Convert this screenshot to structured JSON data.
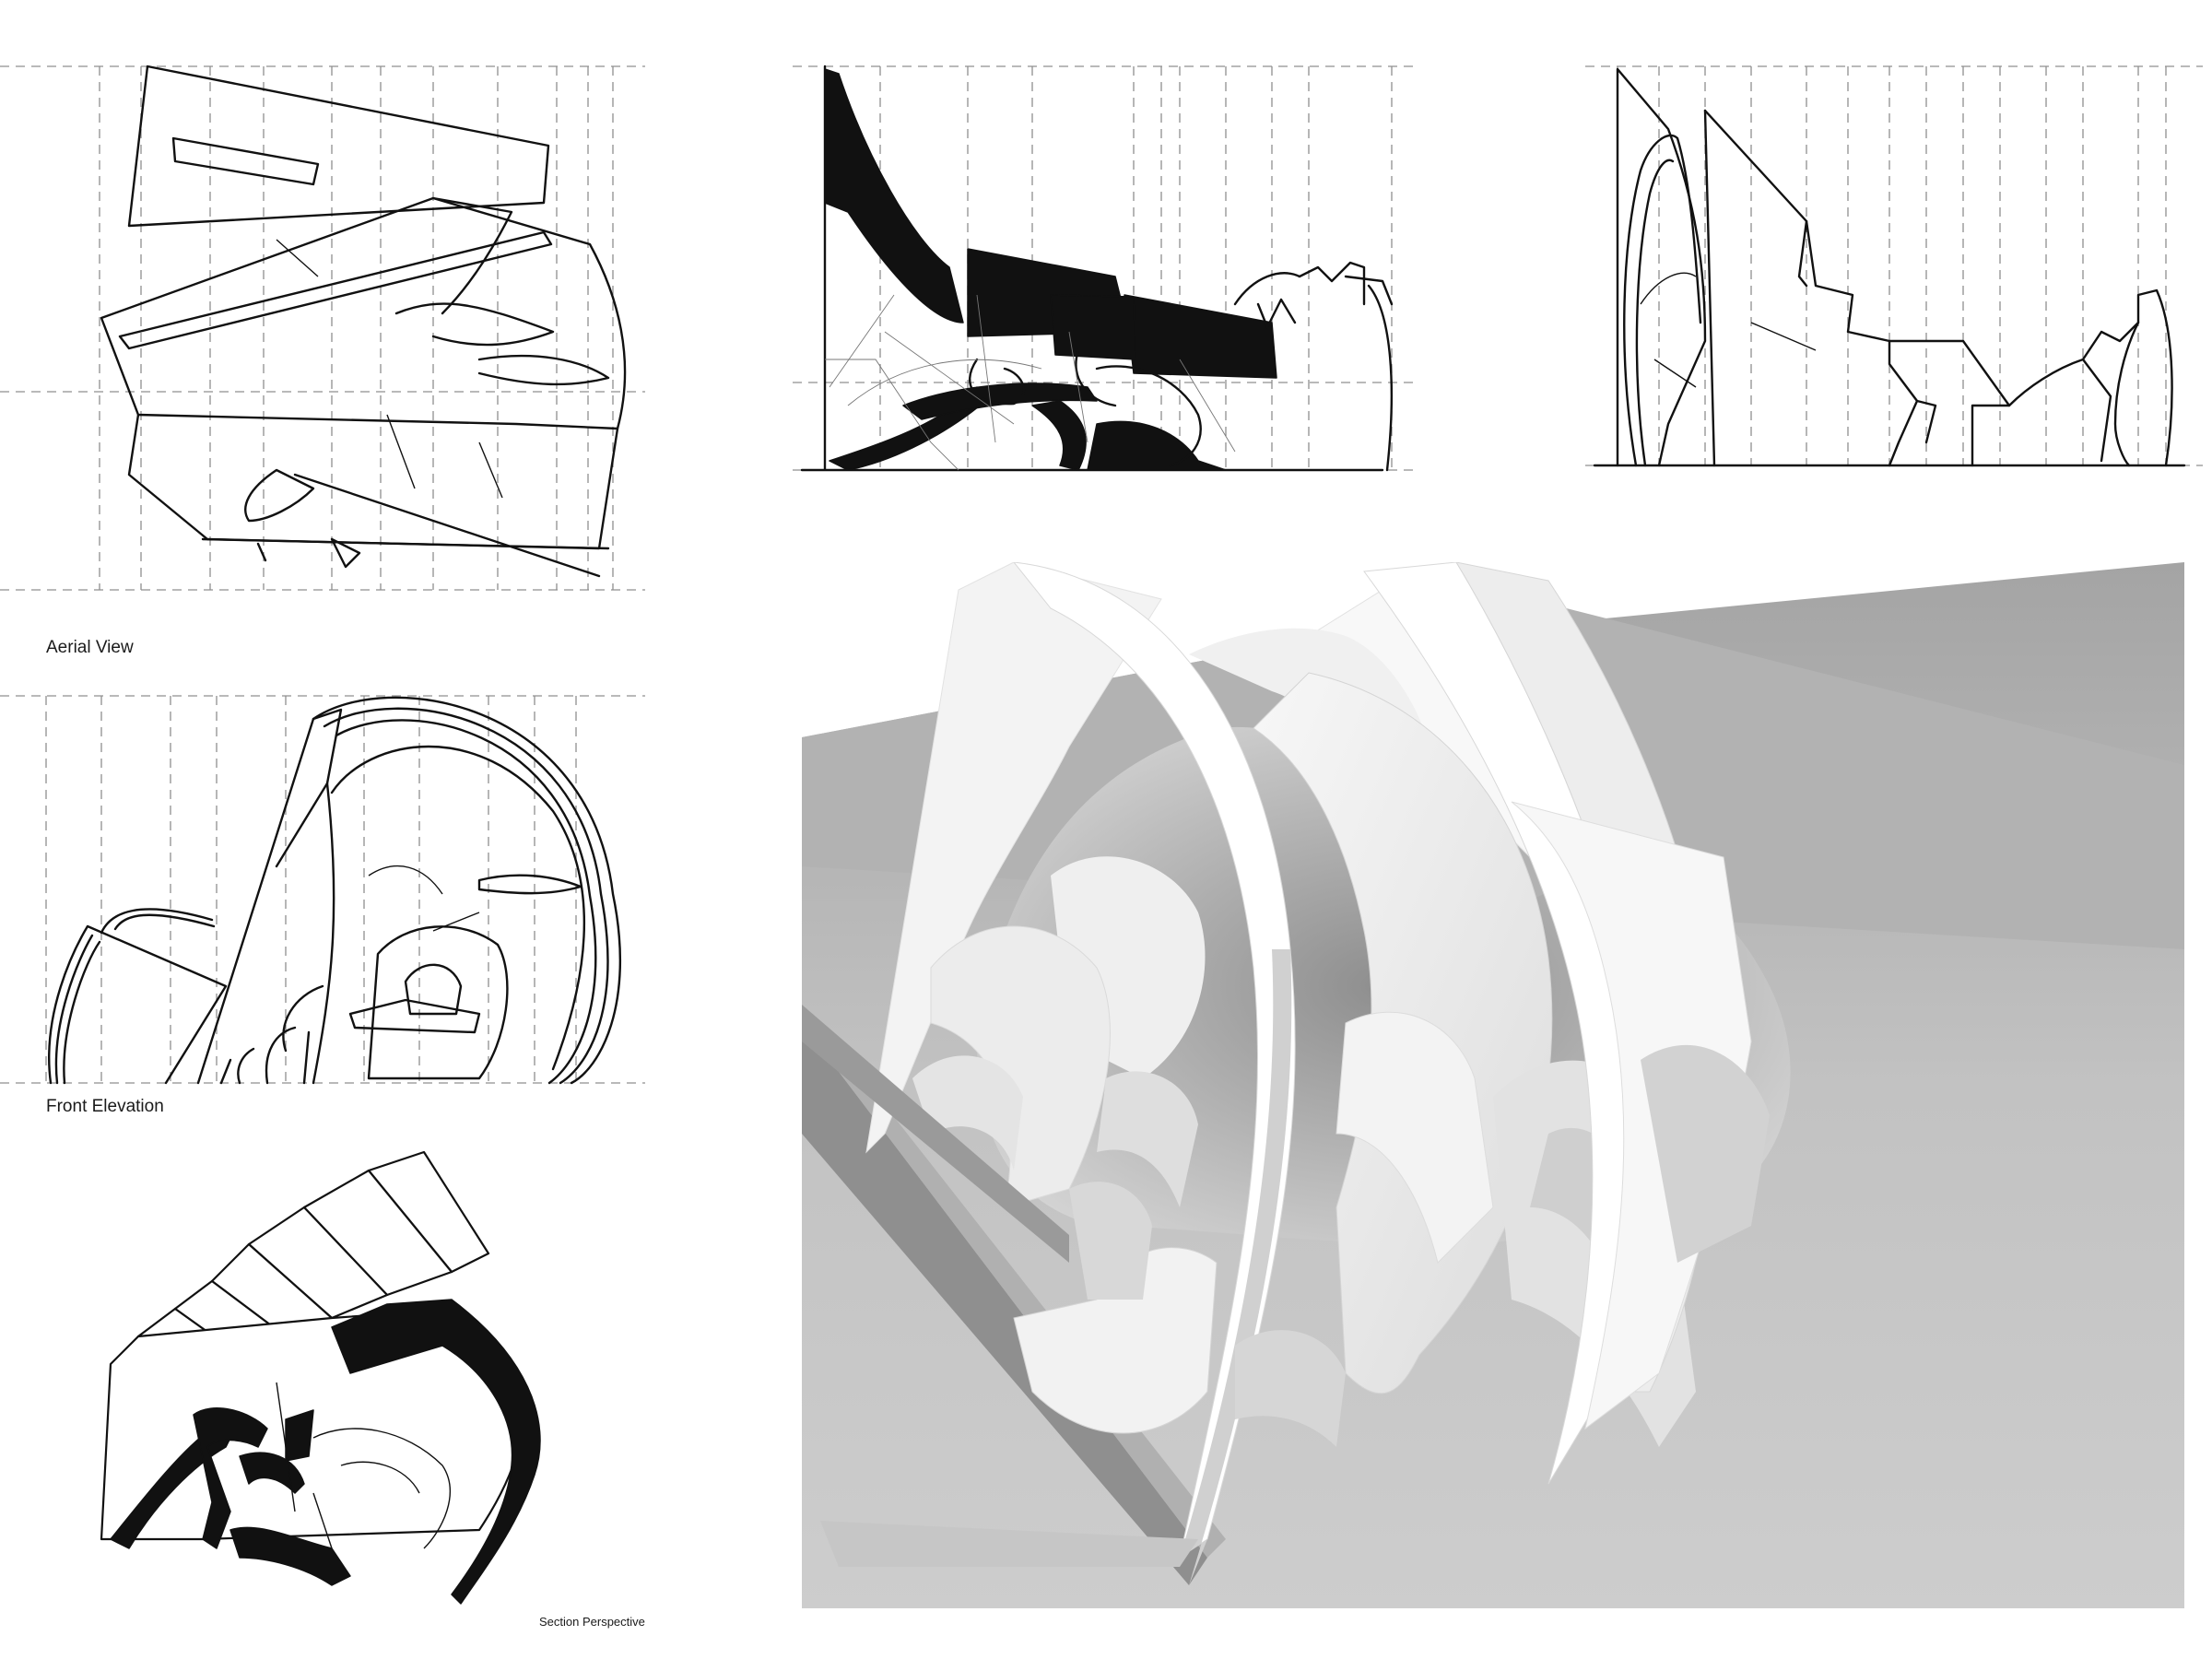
{
  "labels": {
    "aerial": "Aerial View",
    "front": "Front Elevation",
    "section": "Section Perspective"
  },
  "colors": {
    "background": "#ffffff",
    "ink": "#111111",
    "guide": "#8f8f8f",
    "render_ground": "#b9b9b9",
    "render_surface": "#f4f4f4"
  }
}
